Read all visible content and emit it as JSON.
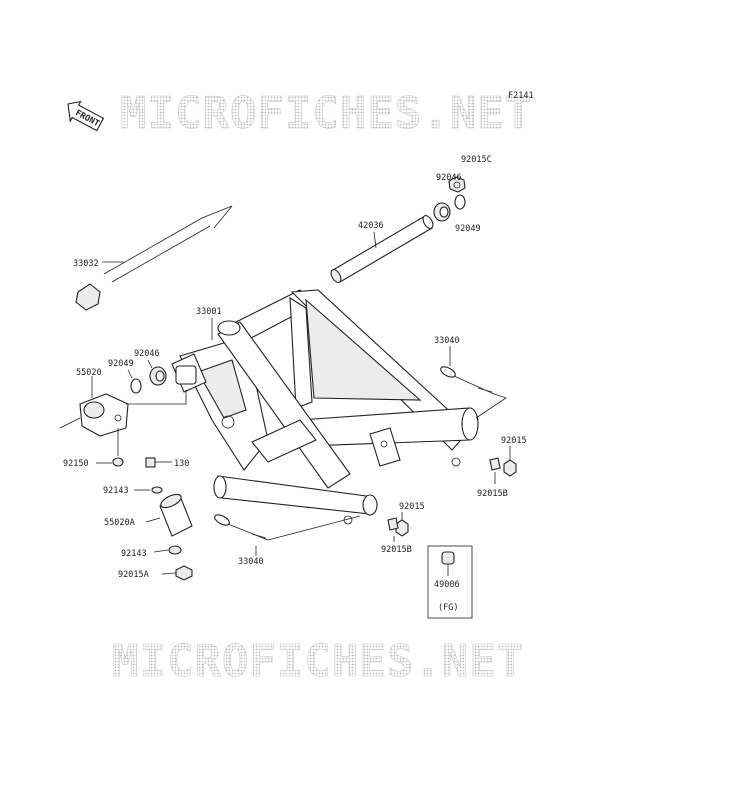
{
  "figure_code": "F2141",
  "front_label": "FRONT",
  "watermark": "MICROFICHES.NET",
  "parts": {
    "p92015C": "92015C",
    "p92046_top": "92046",
    "p92049_top": "92049",
    "p42036": "42036",
    "p33032": "33032",
    "p33001": "33001",
    "p33040_right": "33040",
    "p92046_left": "92046",
    "p92049_left": "92049",
    "p55020": "55020",
    "p92150": "92150",
    "p130": "130",
    "p92143_top": "92143",
    "p55020A": "55020A",
    "p92143_bottom": "92143",
    "p92015A": "92015A",
    "p33040_bottom": "33040",
    "p92015_mid": "92015",
    "p92015B_mid": "92015B",
    "p92015_right": "92015",
    "p92015B_right": "92015B",
    "p49006": "49006",
    "fg_note": "(FG)"
  }
}
